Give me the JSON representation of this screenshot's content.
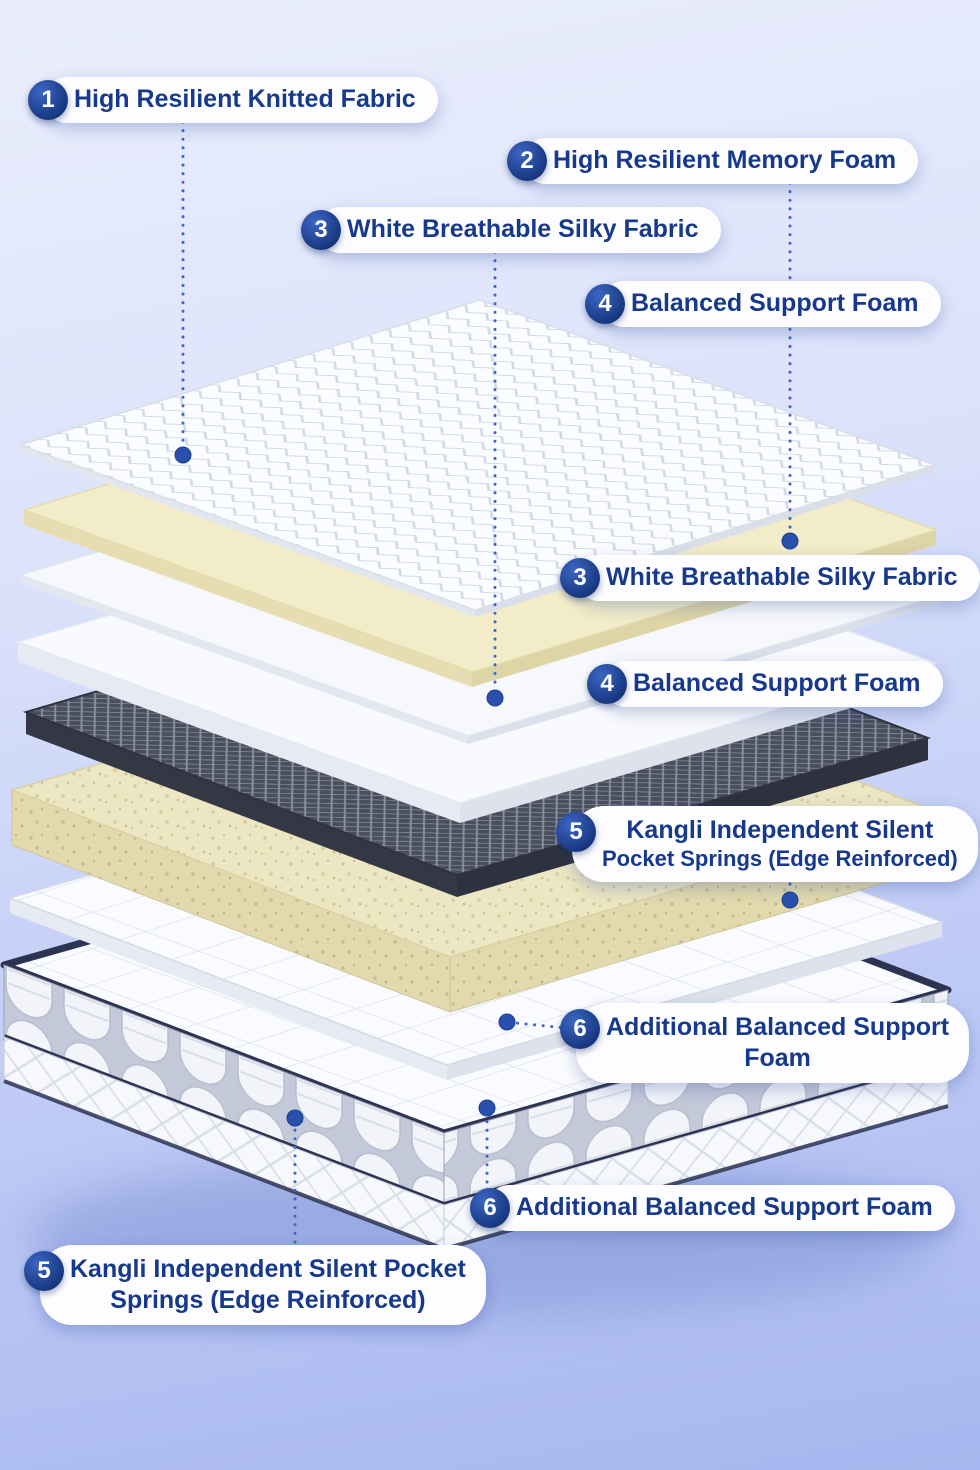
{
  "colors": {
    "background_top": "#eaeefc",
    "background_bottom": "#a7b7ef",
    "label_text": "#16398c",
    "badge_bg": "#1c3f98",
    "leader_line": "#3f68c5",
    "leader_dot": "#2a50ad",
    "tape_navy": "#2d3452",
    "foam_cream": "#f2ecc8",
    "fabric_white": "#fbfcff"
  },
  "callouts": [
    {
      "number": "1",
      "lines": [
        "High Resilient Knitted Fabric"
      ]
    },
    {
      "number": "2",
      "lines": [
        "High Resilient Memory Foam"
      ]
    },
    {
      "number": "3",
      "lines": [
        "White Breathable Silky Fabric"
      ]
    },
    {
      "number": "4",
      "lines": [
        "Balanced Support Foam"
      ]
    },
    {
      "number": "3",
      "lines": [
        "White Breathable Silky Fabric"
      ]
    },
    {
      "number": "4",
      "lines": [
        "Balanced Support Foam"
      ]
    },
    {
      "number": "5",
      "lines": [
        "Kangli Independent Silent",
        "Pocket Springs (Edge Reinforced)"
      ]
    },
    {
      "number": "6",
      "lines": [
        "Additional Balanced Support",
        "Foam"
      ]
    },
    {
      "number": "6",
      "lines": [
        "Additional Balanced Support Foam"
      ]
    },
    {
      "number": "5",
      "lines": [
        "Kangli Independent Silent Pocket",
        "Springs (Edge Reinforced)"
      ]
    }
  ]
}
